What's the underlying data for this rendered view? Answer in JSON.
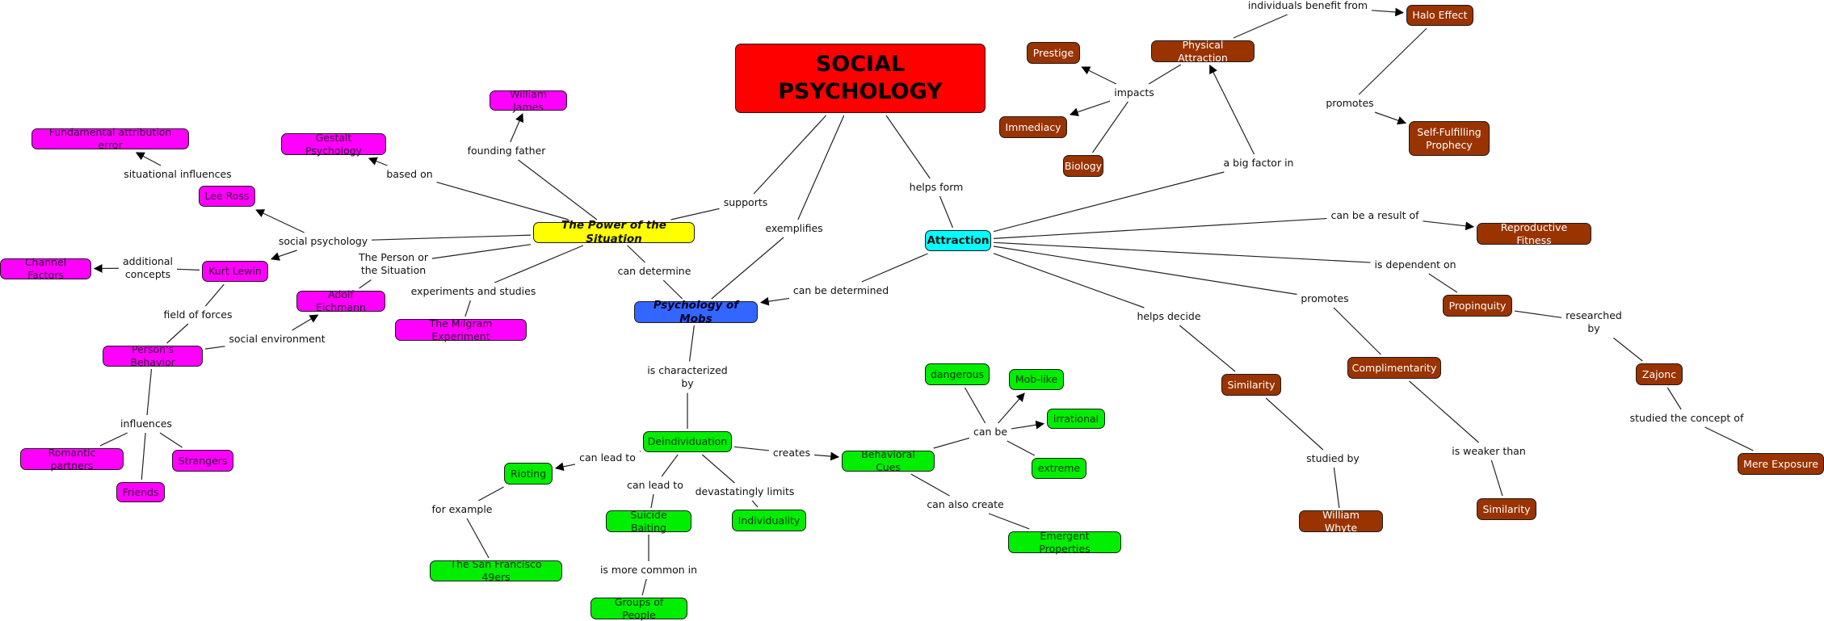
{
  "title": "SOCIAL PSYCHOLOGY",
  "colors": {
    "root": "#ff0000",
    "power_of_situation": "#ffff00",
    "psychology_of_mobs": "#3366ff",
    "attraction": "#00ffff",
    "situation_branch": "#ff00ff",
    "mobs_branch": "#00ee00",
    "attraction_branch": "#993300"
  },
  "nodes": [
    {
      "id": "root",
      "label": "SOCIAL PSYCHOLOGY",
      "style": "red"
    },
    {
      "id": "power",
      "label": "The Power of the Situation",
      "style": "yellow"
    },
    {
      "id": "mobs",
      "label": "Psychology of Mobs",
      "style": "blue"
    },
    {
      "id": "attraction",
      "label": "Attraction",
      "style": "cyan"
    },
    {
      "id": "william_james",
      "label": "William James",
      "style": "magenta"
    },
    {
      "id": "gestalt",
      "label": "Gestalt Psychology",
      "style": "magenta"
    },
    {
      "id": "fae",
      "label": "Fundamental attribution error",
      "style": "magenta"
    },
    {
      "id": "lee_ross",
      "label": "Lee Ross",
      "style": "magenta"
    },
    {
      "id": "kurt_lewin",
      "label": "Kurt Lewin",
      "style": "magenta"
    },
    {
      "id": "channel_factors",
      "label": "Channel Factors",
      "style": "magenta"
    },
    {
      "id": "adolf_eichmann",
      "label": "Adolf Eichmann",
      "style": "magenta"
    },
    {
      "id": "milgram",
      "label": "The Milgram Experiment",
      "style": "magenta"
    },
    {
      "id": "persons_behavior",
      "label": "Person's Behavior",
      "style": "magenta"
    },
    {
      "id": "romantic",
      "label": "Romantic partners",
      "style": "magenta"
    },
    {
      "id": "strangers",
      "label": "Strangers",
      "style": "magenta"
    },
    {
      "id": "friends",
      "label": "Friends",
      "style": "magenta"
    },
    {
      "id": "deindividuation",
      "label": "Deindividuation",
      "style": "green"
    },
    {
      "id": "rioting",
      "label": "Rioting",
      "style": "green"
    },
    {
      "id": "sf49ers",
      "label": "The San Francisco 49ers",
      "style": "green"
    },
    {
      "id": "suicide_baiting",
      "label": "Suicide Baiting",
      "style": "green"
    },
    {
      "id": "groups",
      "label": "Groups of People",
      "style": "green"
    },
    {
      "id": "individuality",
      "label": "Individuality",
      "style": "green"
    },
    {
      "id": "behavioral_cues",
      "label": "Behavioral Cues",
      "style": "green"
    },
    {
      "id": "dangerous",
      "label": "dangerous",
      "style": "green"
    },
    {
      "id": "moblike",
      "label": "Mob-like",
      "style": "green"
    },
    {
      "id": "irrational",
      "label": "irrational",
      "style": "green"
    },
    {
      "id": "extreme",
      "label": "extreme",
      "style": "green"
    },
    {
      "id": "emergent",
      "label": "Emergent Properties",
      "style": "green"
    },
    {
      "id": "prestige",
      "label": "Prestige",
      "style": "brown"
    },
    {
      "id": "physical_attraction",
      "label": "Physical Attraction",
      "style": "brown"
    },
    {
      "id": "halo",
      "label": "Halo Effect",
      "style": "brown"
    },
    {
      "id": "immediacy",
      "label": "Immediacy",
      "style": "brown"
    },
    {
      "id": "biology",
      "label": "Biology",
      "style": "brown"
    },
    {
      "id": "self_fulfilling",
      "label": "Self-Fulfilling\nProphecy",
      "style": "brown"
    },
    {
      "id": "reproductive",
      "label": "Reproductive Fitness",
      "style": "brown"
    },
    {
      "id": "propinquity",
      "label": "Propinquity",
      "style": "brown"
    },
    {
      "id": "similarity1",
      "label": "Similarity",
      "style": "brown"
    },
    {
      "id": "complimentarity",
      "label": "Complimentarity",
      "style": "brown"
    },
    {
      "id": "zajonc",
      "label": "Zajonc",
      "style": "brown"
    },
    {
      "id": "william_whyte",
      "label": "William Whyte",
      "style": "brown"
    },
    {
      "id": "similarity2",
      "label": "Similarity",
      "style": "brown"
    },
    {
      "id": "mere_exposure",
      "label": "Mere Exposure",
      "style": "brown"
    }
  ],
  "links": [
    {
      "id": "supports",
      "label": "supports"
    },
    {
      "id": "exemplifies",
      "label": "exemplifies"
    },
    {
      "id": "helps_form",
      "label": "helps form"
    },
    {
      "id": "founding_father",
      "label": "founding father"
    },
    {
      "id": "based_on",
      "label": "based on"
    },
    {
      "id": "situational_influences",
      "label": "situational influences"
    },
    {
      "id": "social_psychology",
      "label": "social psychology"
    },
    {
      "id": "additional_concepts",
      "label": "additional\nconcepts"
    },
    {
      "id": "person_or_situation",
      "label": "The Person or\nthe Situation"
    },
    {
      "id": "experiments",
      "label": "experiments and studies"
    },
    {
      "id": "can_determine",
      "label": "can determine"
    },
    {
      "id": "field_of_forces",
      "label": "field of forces"
    },
    {
      "id": "social_environment",
      "label": "social environment"
    },
    {
      "id": "influences",
      "label": "influences"
    },
    {
      "id": "can_be_determined",
      "label": "can be determined"
    },
    {
      "id": "characterized_by",
      "label": "is characterized\nby"
    },
    {
      "id": "can_lead_to_1",
      "label": "can lead to"
    },
    {
      "id": "for_example",
      "label": "for example"
    },
    {
      "id": "can_lead_to_2",
      "label": "can lead to"
    },
    {
      "id": "more_common_in",
      "label": "is more common in"
    },
    {
      "id": "devastatingly_limits",
      "label": "devastatingly limits"
    },
    {
      "id": "creates",
      "label": "creates"
    },
    {
      "id": "can_be",
      "label": "can be"
    },
    {
      "id": "can_also_create",
      "label": "can also create"
    },
    {
      "id": "impacts",
      "label": "impacts"
    },
    {
      "id": "individuals_benefit",
      "label": "individuals benefit from"
    },
    {
      "id": "promotes_halo",
      "label": "promotes"
    },
    {
      "id": "big_factor",
      "label": "a big factor in"
    },
    {
      "id": "result_of",
      "label": "can be a result of"
    },
    {
      "id": "dependent_on",
      "label": "is dependent on"
    },
    {
      "id": "promotes_attr",
      "label": "promotes"
    },
    {
      "id": "helps_decide",
      "label": "helps decide"
    },
    {
      "id": "researched_by",
      "label": "researched\nby"
    },
    {
      "id": "studied_by",
      "label": "studied by"
    },
    {
      "id": "weaker_than",
      "label": "is weaker than"
    },
    {
      "id": "studied_concept",
      "label": "studied the concept of"
    }
  ]
}
